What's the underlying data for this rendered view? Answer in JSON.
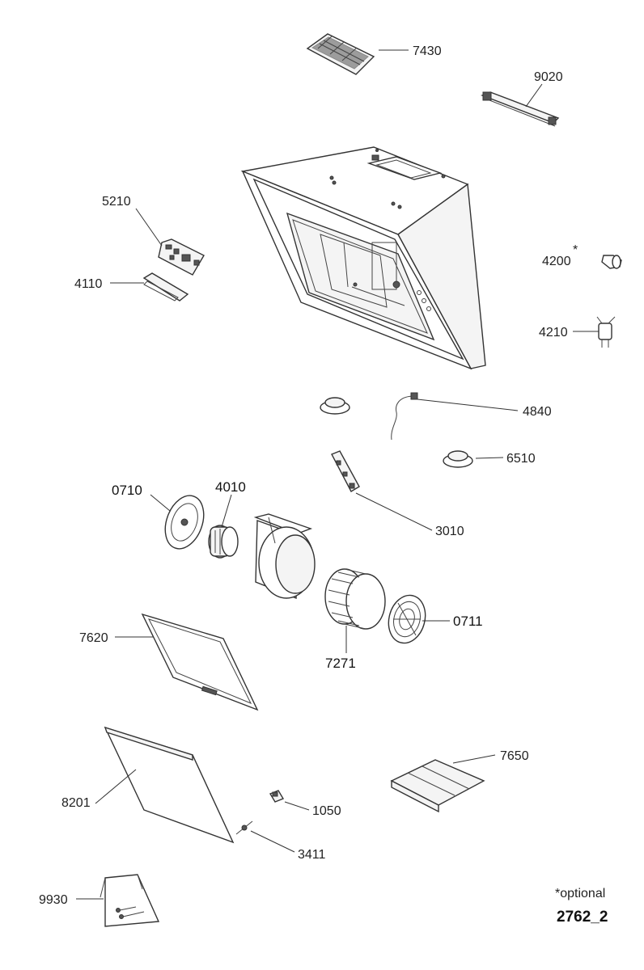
{
  "labels": {
    "p7430": "7430",
    "p9020": "9020",
    "p5210": "5210",
    "p4110": "4110",
    "p4200": "4200",
    "p4200_star": "*",
    "p4210": "4210",
    "p4840": "4840",
    "p6510": "6510",
    "p3010": "3010",
    "p0710": "0710",
    "p4010": "4010",
    "p0711": "0711",
    "p7271": "7271",
    "p7620": "7620",
    "p7650": "7650",
    "p8201": "8201",
    "p1050": "1050",
    "p3411": "3411",
    "p9930": "9930"
  },
  "footer": {
    "optional_note": "*optional",
    "diagram_code": "2762_2"
  }
}
